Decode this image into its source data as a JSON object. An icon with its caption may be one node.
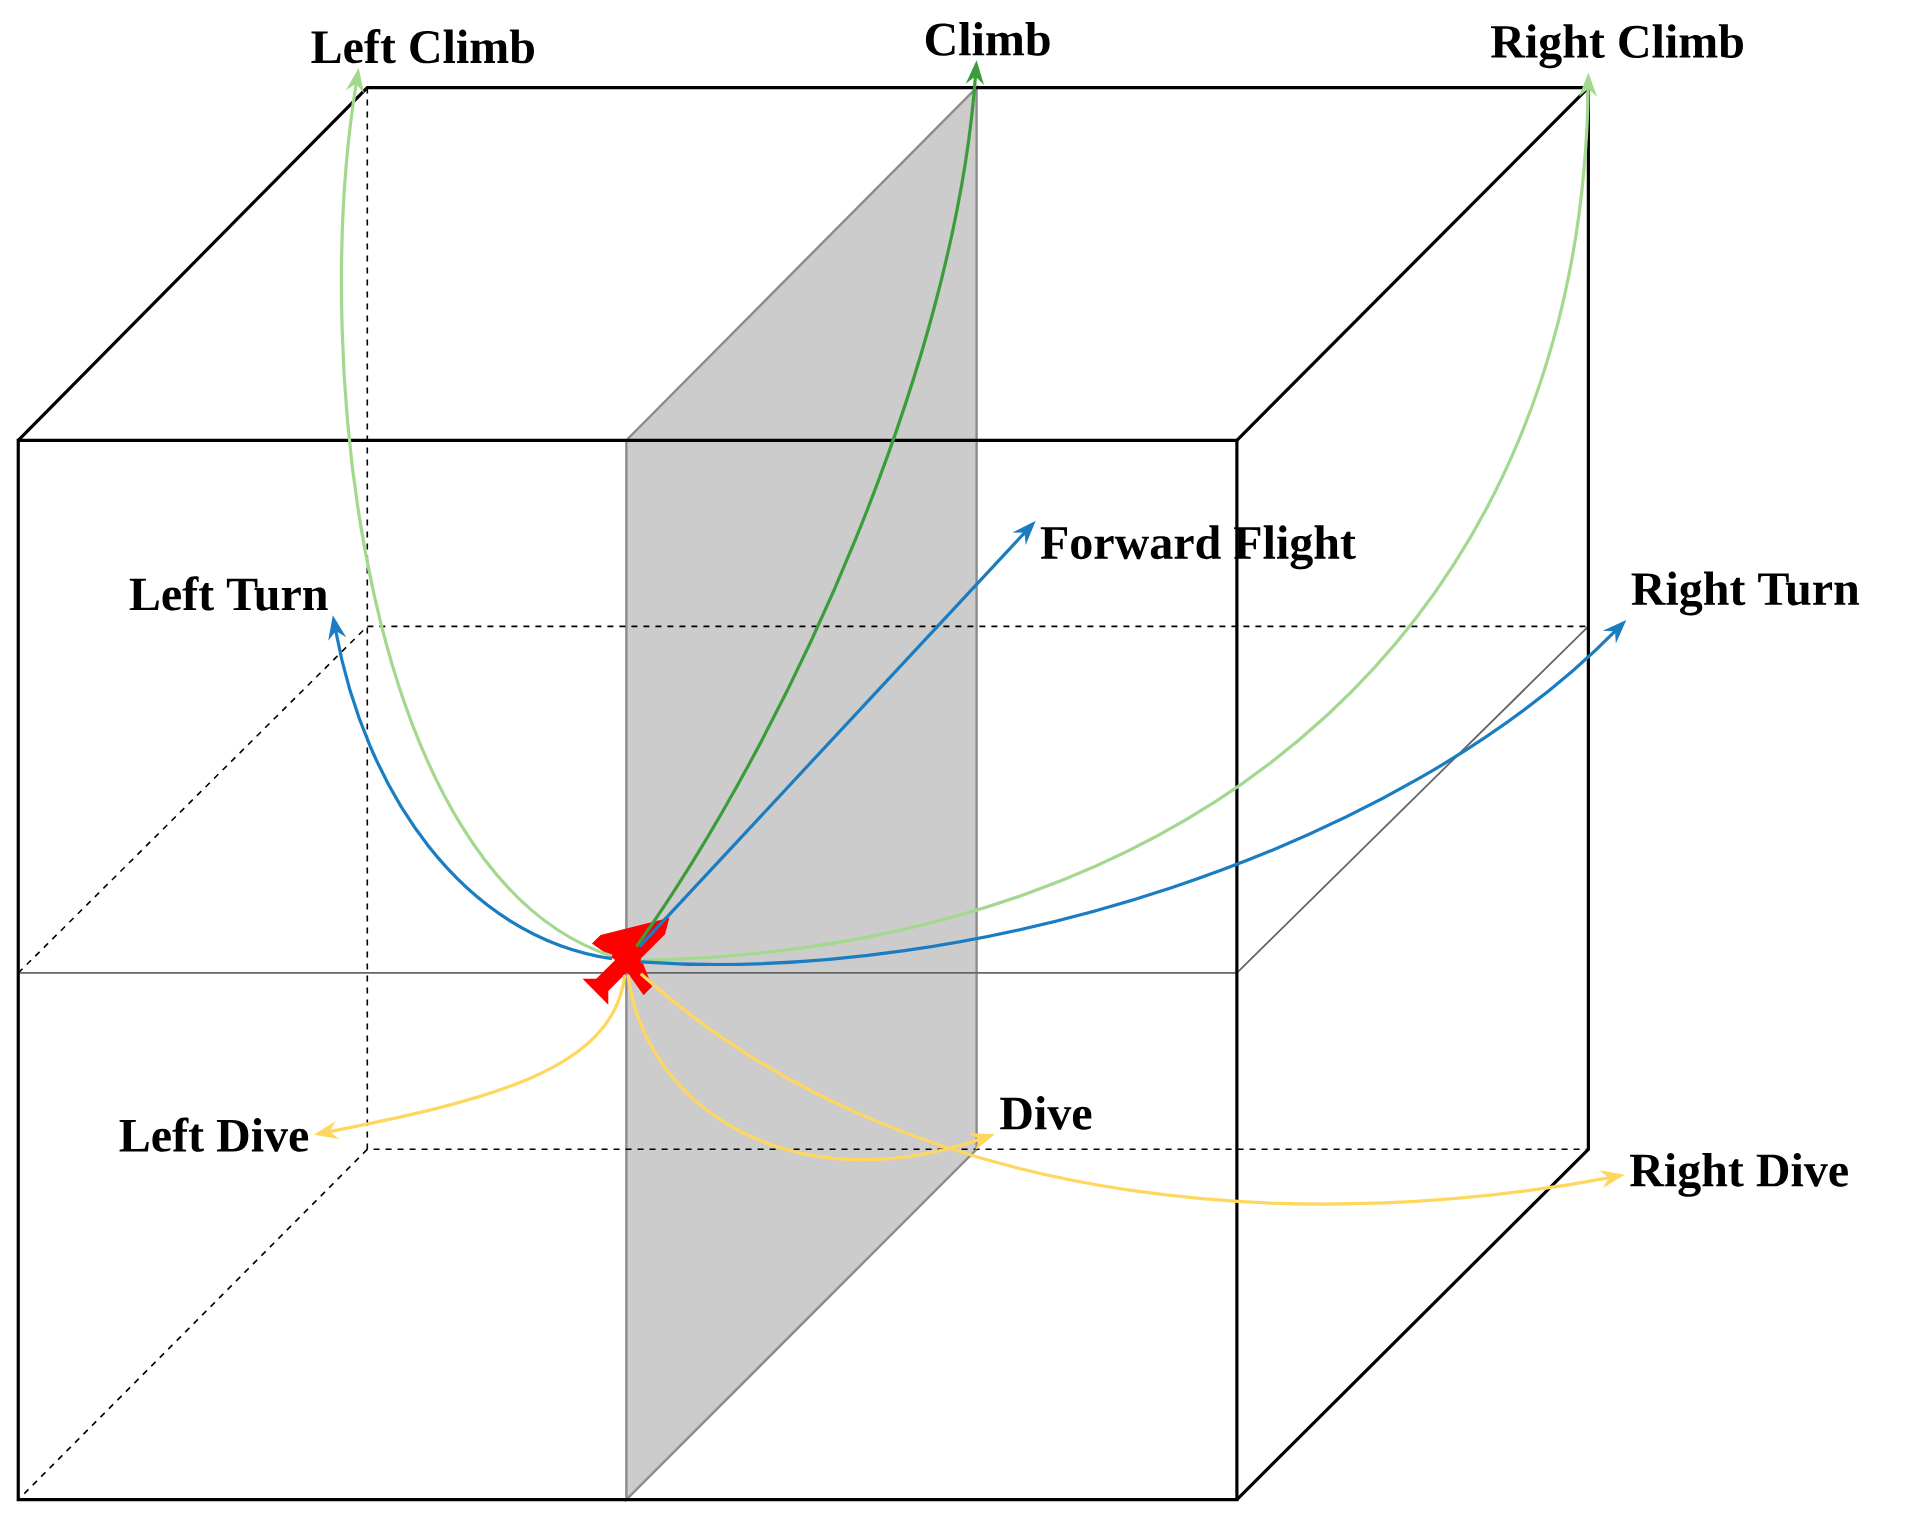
{
  "diagram": {
    "nodes": [
      {
        "text": [],
        "shape": "airplane"
      },
      {
        "text": [
          "Left Climb"
        ]
      },
      {
        "text": [
          "Climb"
        ]
      },
      {
        "text": [
          "Right Climb"
        ]
      },
      {
        "text": [
          "Forward Flight"
        ]
      },
      {
        "text": [
          "Left Turn"
        ]
      },
      {
        "text": [
          "Right Turn"
        ]
      },
      {
        "text": [
          "Left Dive"
        ]
      },
      {
        "text": [
          "Dive"
        ]
      },
      {
        "text": [
          "Right Dive"
        ]
      }
    ],
    "edges": [
      {
        "from": 0,
        "to": 1,
        "arrow": "to",
        "color": "#a3d98f"
      },
      {
        "from": 0,
        "to": 2,
        "arrow": "to",
        "color": "#3a9d3a"
      },
      {
        "from": 0,
        "to": 3,
        "arrow": "to",
        "color": "#a3d98f"
      },
      {
        "from": 0,
        "to": 4,
        "arrow": "to",
        "color": "#1a7cc1"
      },
      {
        "from": 0,
        "to": 5,
        "arrow": "to",
        "color": "#1a7cc1"
      },
      {
        "from": 0,
        "to": 6,
        "arrow": "to",
        "color": "#1a7cc1"
      },
      {
        "from": 0,
        "to": 7,
        "arrow": "to",
        "color": "#ffd75e"
      },
      {
        "from": 0,
        "to": 8,
        "arrow": "to",
        "color": "#ffd75e"
      },
      {
        "from": 0,
        "to": 9,
        "arrow": "to",
        "color": "#ffd75e"
      }
    ]
  }
}
